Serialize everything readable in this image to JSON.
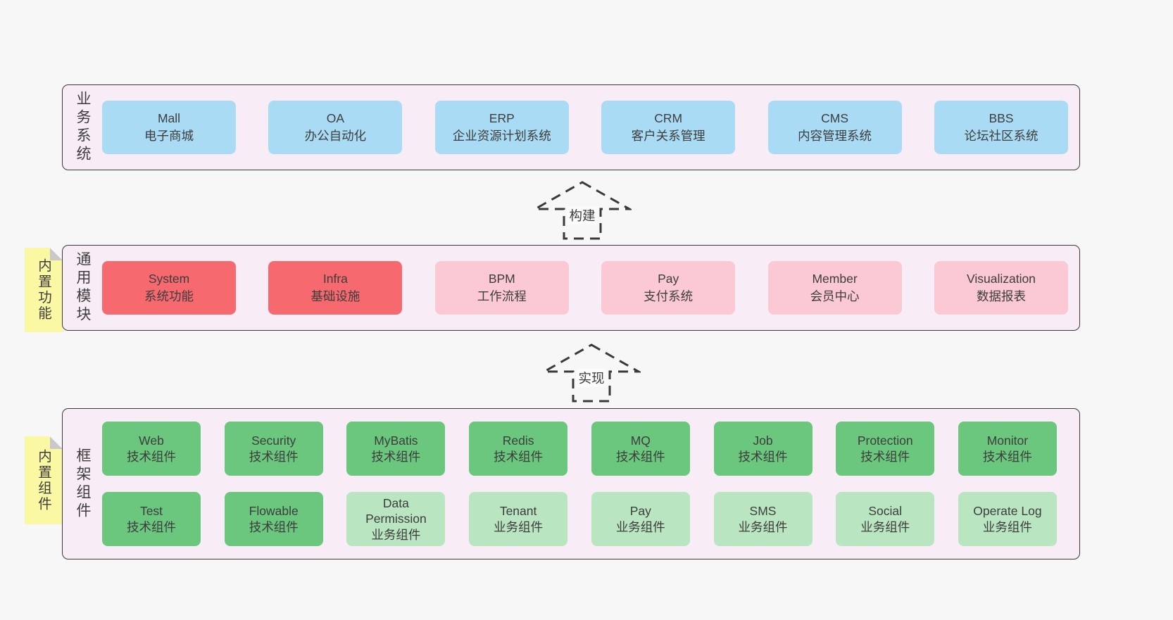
{
  "colors": {
    "page_bg": "#f7f7f7",
    "container_bg": "#f8edf6",
    "container_border": "#3a3a3a",
    "blue": "#a9dcf4",
    "red": "#f5696f",
    "pink": "#fbc9d3",
    "green": "#6bc77d",
    "light_green": "#b9e6c1",
    "yellow": "#fbf8a4",
    "fold": "#c9c9c9",
    "text": "#3d3d3d"
  },
  "sections": [
    {
      "id": "business-systems",
      "side_label": "业务系统",
      "sticky_tab": null,
      "rows": [
        [
          {
            "title": "Mall",
            "subtitle": "电子商城",
            "color": "blue"
          },
          {
            "title": "OA",
            "subtitle": "办公自动化",
            "color": "blue"
          },
          {
            "title": "ERP",
            "subtitle": "企业资源计划系统",
            "color": "blue"
          },
          {
            "title": "CRM",
            "subtitle": "客户关系管理",
            "color": "blue"
          },
          {
            "title": "CMS",
            "subtitle": "内容管理系统",
            "color": "blue"
          },
          {
            "title": "BBS",
            "subtitle": "论坛社区系统",
            "color": "blue"
          }
        ]
      ]
    },
    {
      "id": "common-modules",
      "side_label": "通用模块",
      "sticky_tab": "内置功能",
      "rows": [
        [
          {
            "title": "System",
            "subtitle": "系统功能",
            "color": "red"
          },
          {
            "title": "Infra",
            "subtitle": "基础设施",
            "color": "red"
          },
          {
            "title": "BPM",
            "subtitle": "工作流程",
            "color": "pink"
          },
          {
            "title": "Pay",
            "subtitle": "支付系统",
            "color": "pink"
          },
          {
            "title": "Member",
            "subtitle": "会员中心",
            "color": "pink"
          },
          {
            "title": "Visualization",
            "subtitle": "数据报表",
            "color": "pink"
          }
        ]
      ]
    },
    {
      "id": "framework-components",
      "side_label": "框架组件",
      "sticky_tab": "内置组件",
      "rows": [
        [
          {
            "title": "Web",
            "subtitle": "技术组件",
            "color": "green"
          },
          {
            "title": "Security",
            "subtitle": "技术组件",
            "color": "green"
          },
          {
            "title": "MyBatis",
            "subtitle": "技术组件",
            "color": "green"
          },
          {
            "title": "Redis",
            "subtitle": "技术组件",
            "color": "green"
          },
          {
            "title": "MQ",
            "subtitle": "技术组件",
            "color": "green"
          },
          {
            "title": "Job",
            "subtitle": "技术组件",
            "color": "green"
          },
          {
            "title": "Protection",
            "subtitle": "技术组件",
            "color": "green"
          },
          {
            "title": "Monitor",
            "subtitle": "技术组件",
            "color": "green"
          }
        ],
        [
          {
            "title": "Test",
            "subtitle": "技术组件",
            "color": "green"
          },
          {
            "title": "Flowable",
            "subtitle": "技术组件",
            "color": "green"
          },
          {
            "title": "Data Permission",
            "subtitle": "业务组件",
            "color": "light_green"
          },
          {
            "title": "Tenant",
            "subtitle": "业务组件",
            "color": "light_green"
          },
          {
            "title": "Pay",
            "subtitle": "业务组件",
            "color": "light_green"
          },
          {
            "title": "SMS",
            "subtitle": "业务组件",
            "color": "light_green"
          },
          {
            "title": "Social",
            "subtitle": "业务组件",
            "color": "light_green"
          },
          {
            "title": "Operate Log",
            "subtitle": "业务组件",
            "color": "light_green"
          }
        ]
      ]
    }
  ],
  "arrows": [
    {
      "label": "构建"
    },
    {
      "label": "实现"
    }
  ]
}
